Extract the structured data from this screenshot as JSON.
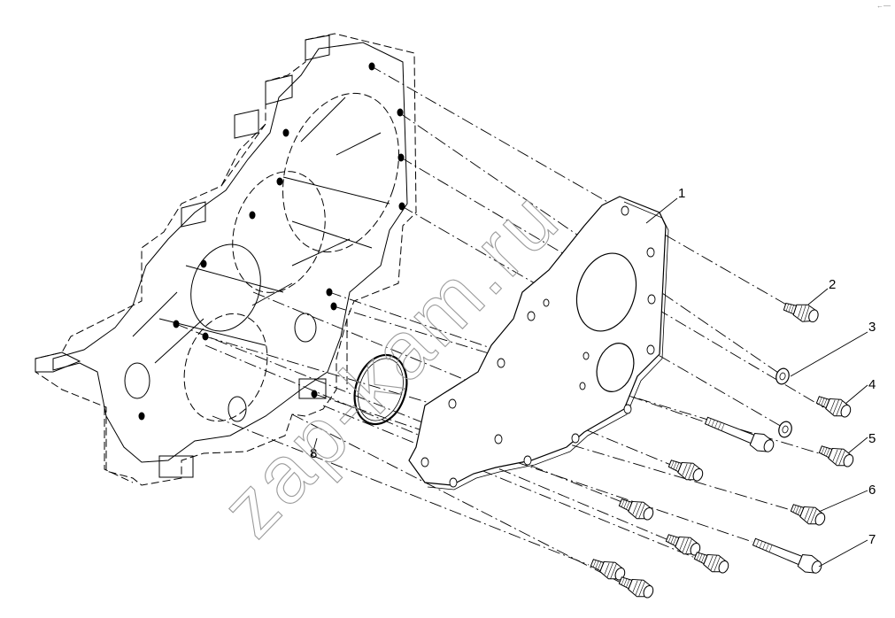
{
  "watermark": "zap-kam.ru",
  "corner_mark": "←—",
  "callouts": {
    "c1": "1",
    "c2": "2",
    "c3": "3",
    "c4": "4",
    "c5": "5",
    "c6": "6",
    "c7": "7",
    "c8": "8"
  },
  "colors": {
    "line": "#000000",
    "watermark": "#9a9a9a",
    "background": "#ffffff"
  }
}
